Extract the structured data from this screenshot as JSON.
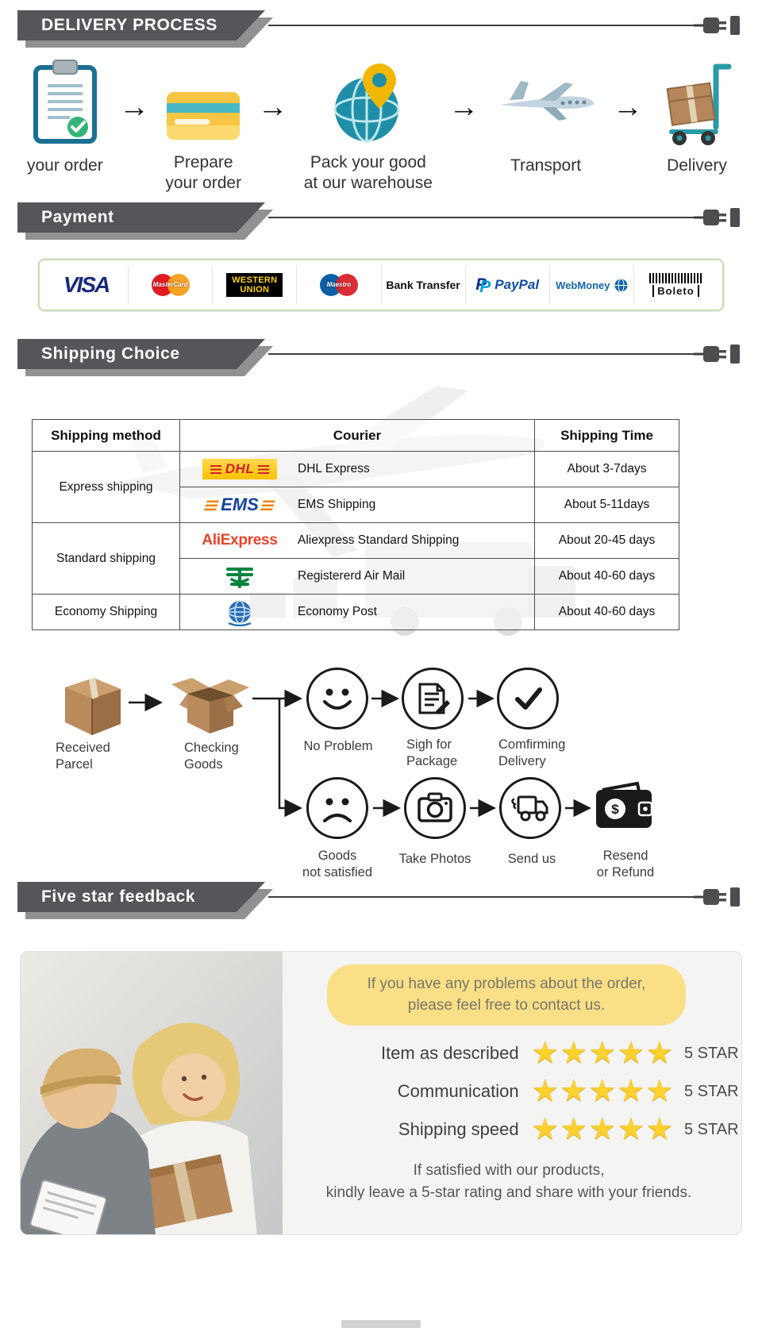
{
  "icons": {
    "arrow": "→",
    "star": "★",
    "paypal_mark": "P",
    "dollar": "$"
  },
  "banners": {
    "delivery": "DELIVERY PROCESS",
    "payment": "Payment",
    "shipping": "Shipping Choice",
    "feedback": "Five star feedback"
  },
  "delivery_steps": [
    {
      "label": "your order"
    },
    {
      "label": "Prepare\nyour order"
    },
    {
      "label": "Pack your good\nat our warehouse"
    },
    {
      "label": "Transport"
    },
    {
      "label": "Delivery"
    }
  ],
  "payment_methods": {
    "visa": "VISA",
    "mastercard": "MasterCard",
    "western_union_top": "WESTERN",
    "western_union_bottom": "UNION",
    "maestro": "Maestro",
    "bank_transfer": "Bank Transfer",
    "paypal": "PayPal",
    "webmoney": "WebMoney",
    "boleto": "Boleto"
  },
  "shipping_table": {
    "headers": [
      "Shipping method",
      "Courier",
      "Shipping Time"
    ],
    "methods": [
      {
        "label": "Express shipping"
      },
      {
        "label": "Standard shipping"
      },
      {
        "label": "Economy Shipping"
      }
    ],
    "rows": [
      {
        "logo": "DHL",
        "courier": "DHL Express",
        "time": "About 3-7days"
      },
      {
        "logo": "EMS",
        "courier": "EMS Shipping",
        "time": "About 5-11days"
      },
      {
        "logo": "AliExpress",
        "courier": "Aliexpress Standard Shipping",
        "time": "About 20-45 days"
      },
      {
        "logo": "",
        "courier": "Registererd Air Mail",
        "time": "About 40-60 days"
      },
      {
        "logo": "",
        "courier": "Economy Post",
        "time": "About 40-60 days"
      }
    ]
  },
  "flow": {
    "received": "Received\nParcel",
    "checking": "Checking\nGoods",
    "no_problem": "No Problem",
    "sign_for": "Sigh for\nPackage",
    "confirming": "Comfirming\nDelivery",
    "not_satisfied": "Goods\nnot satisfied",
    "take_photos": "Take Photos",
    "send_us": "Send us",
    "resend": "Resend\nor Refund"
  },
  "feedback": {
    "bubble": "If you have any problems about the order,\nplease feel free to contact us.",
    "ratings": [
      {
        "label": "Item as described",
        "value": "5 STAR"
      },
      {
        "label": "Communication",
        "value": "5 STAR"
      },
      {
        "label": "Shipping speed",
        "value": "5 STAR"
      }
    ],
    "footer": "If satisfied with our products,\nkindly leave a 5-star rating and share with your friends."
  }
}
